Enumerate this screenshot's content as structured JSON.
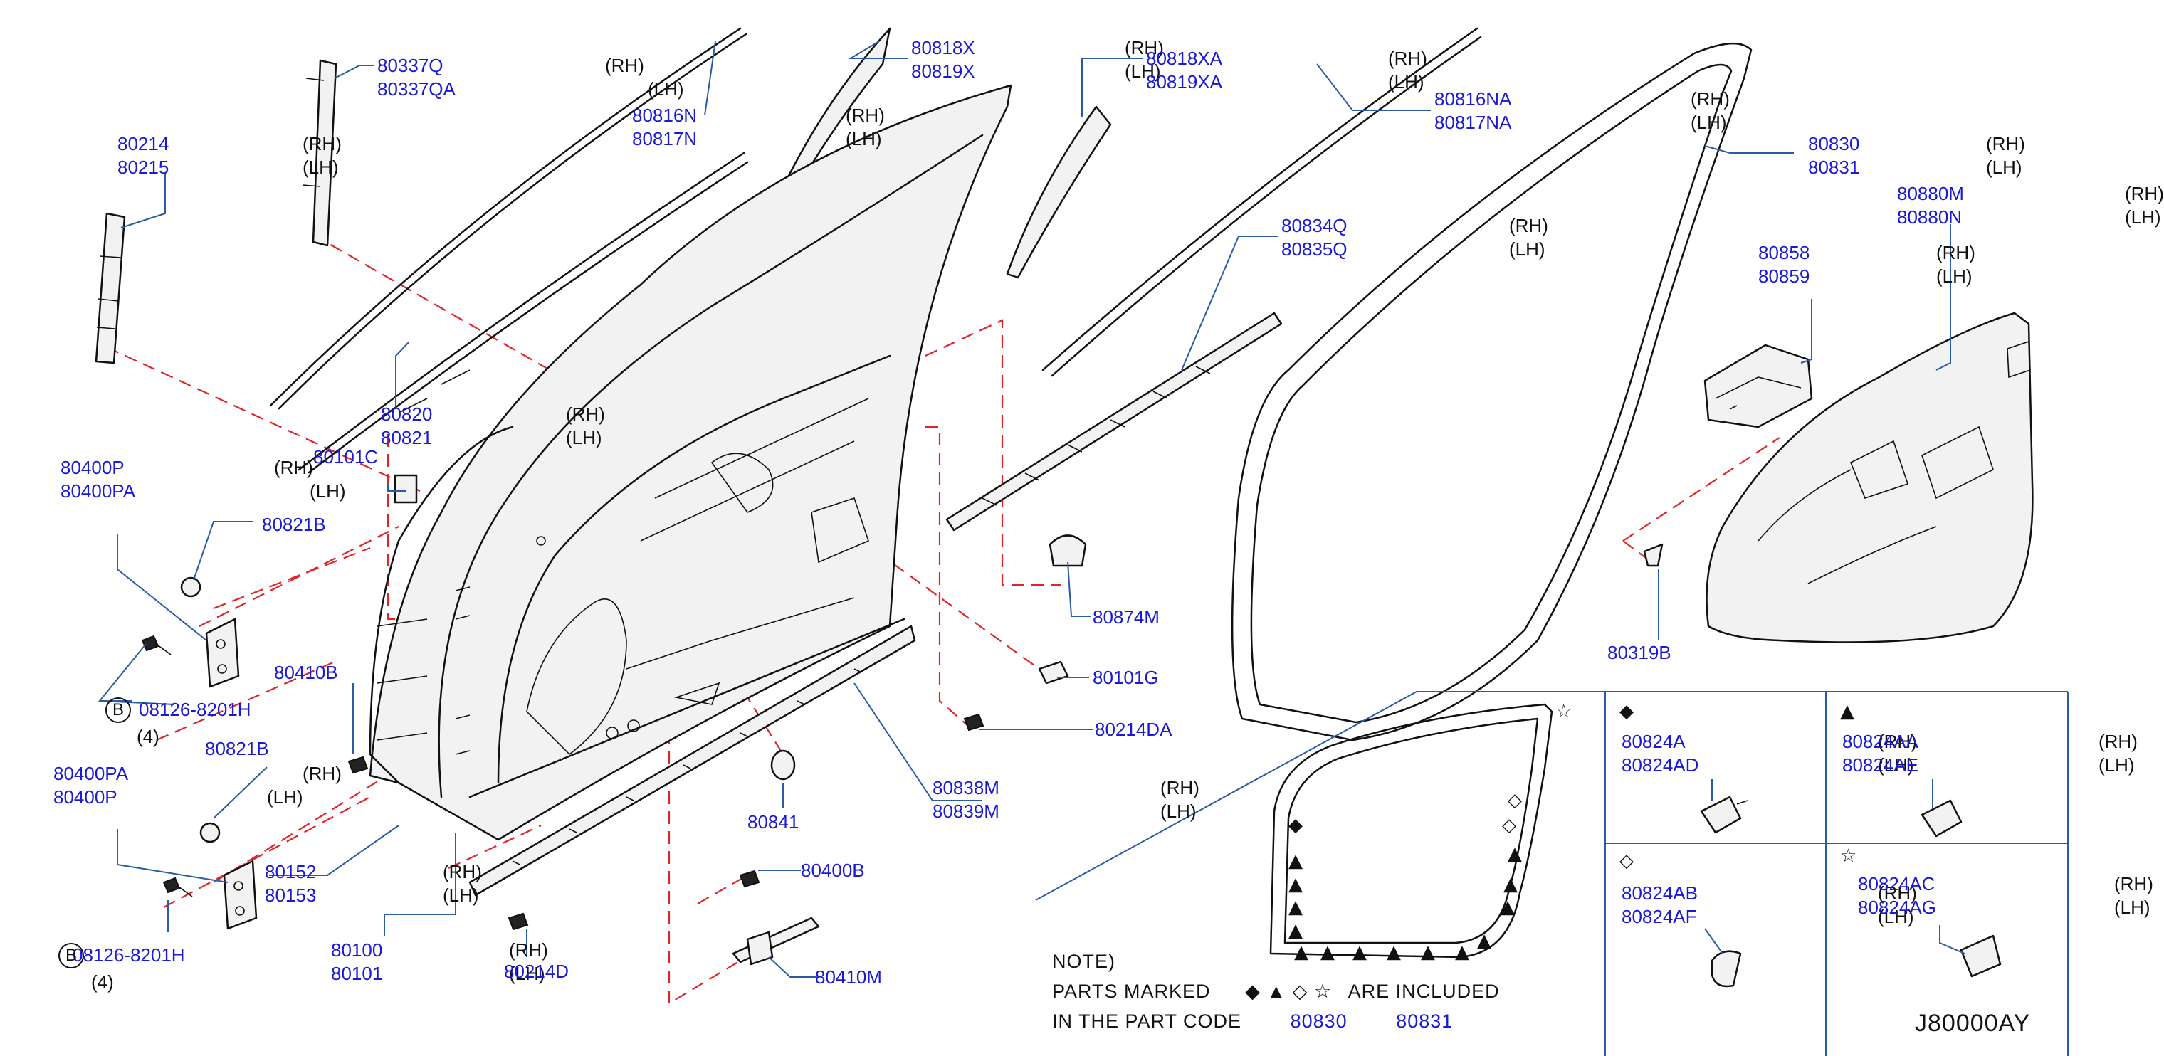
{
  "colors": {
    "part_number": "#1a1ad6",
    "leader": "#2a5ba8",
    "dashed": "#e0252a",
    "line": "#111111"
  },
  "labels": [
    {
      "id": "l1",
      "pn": "80337Q",
      "side": "(RH)"
    },
    {
      "id": "l2",
      "pn": "80337QA",
      "side": "(LH)"
    },
    {
      "id": "l3",
      "pn": "80214",
      "side": "(RH)"
    },
    {
      "id": "l4",
      "pn": "80215",
      "side": "(LH)"
    },
    {
      "id": "l5",
      "pn": "80816N",
      "side": "(RH)"
    },
    {
      "id": "l6",
      "pn": "80817N",
      "side": "(LH)"
    },
    {
      "id": "l7",
      "pn": "80818X",
      "side": "(RH)"
    },
    {
      "id": "l8",
      "pn": "80819X",
      "side": "(LH)"
    },
    {
      "id": "l9",
      "pn": "80818XA",
      "side": "(RH)"
    },
    {
      "id": "l10",
      "pn": "80819XA",
      "side": "(LH)"
    },
    {
      "id": "l11",
      "pn": "80816NA",
      "side": "(RH)"
    },
    {
      "id": "l12",
      "pn": "80817NA",
      "side": "(LH)"
    },
    {
      "id": "l13",
      "pn": "80830",
      "side": "(RH)"
    },
    {
      "id": "l14",
      "pn": "80831",
      "side": "(LH)"
    },
    {
      "id": "l15",
      "pn": "80880M",
      "side": "(RH)"
    },
    {
      "id": "l16",
      "pn": "80880N",
      "side": "(LH)"
    },
    {
      "id": "l17",
      "pn": "80834Q",
      "side": "(RH)"
    },
    {
      "id": "l18",
      "pn": "80835Q",
      "side": "(LH)"
    },
    {
      "id": "l19",
      "pn": "80858",
      "side": "(RH)"
    },
    {
      "id": "l20",
      "pn": "80859",
      "side": "(LH)"
    },
    {
      "id": "l21",
      "pn": "80820",
      "side": "(RH)"
    },
    {
      "id": "l22",
      "pn": "80821",
      "side": "(LH)"
    },
    {
      "id": "l23",
      "pn": "80101C",
      "side": ""
    },
    {
      "id": "l24",
      "pn": "80400P",
      "side": "(RH)"
    },
    {
      "id": "l25",
      "pn": "80400PA",
      "side": "(LH)"
    },
    {
      "id": "l26",
      "pn": "80821B",
      "side": ""
    },
    {
      "id": "l27",
      "pn": "08126-8201H",
      "side": "(4)"
    },
    {
      "id": "l28",
      "pn": "80410B",
      "side": ""
    },
    {
      "id": "l29",
      "pn": "80874M",
      "side": ""
    },
    {
      "id": "l30",
      "pn": "80101G",
      "side": ""
    },
    {
      "id": "l31",
      "pn": "80214DA",
      "side": ""
    },
    {
      "id": "l32",
      "pn": "80319B",
      "side": ""
    },
    {
      "id": "l33",
      "pn": "80400PA",
      "side": "(RH)"
    },
    {
      "id": "l34",
      "pn": "80400P",
      "side": "(LH)"
    },
    {
      "id": "l35",
      "pn": "80821B",
      "side": ""
    },
    {
      "id": "l36",
      "pn": "80838M",
      "side": "(RH)"
    },
    {
      "id": "l37",
      "pn": "80839M",
      "side": "(LH)"
    },
    {
      "id": "l38",
      "pn": "80841",
      "side": ""
    },
    {
      "id": "l39",
      "pn": "80152",
      "side": "(RH)"
    },
    {
      "id": "l40",
      "pn": "80153",
      "side": "(LH)"
    },
    {
      "id": "l41",
      "pn": "80400B",
      "side": ""
    },
    {
      "id": "l42",
      "pn": "80100",
      "side": "(RH)"
    },
    {
      "id": "l43",
      "pn": "80101",
      "side": "(LH)"
    },
    {
      "id": "l44",
      "pn": "08126-8201H",
      "side": "(4)"
    },
    {
      "id": "l45",
      "pn": "80214D",
      "side": ""
    },
    {
      "id": "l46",
      "pn": "80410M",
      "side": ""
    },
    {
      "id": "l47",
      "pn": "80824A",
      "side": "(RH)"
    },
    {
      "id": "l48",
      "pn": "80824AD",
      "side": "(LH)"
    },
    {
      "id": "l49",
      "pn": "80824AA",
      "side": "(RH)"
    },
    {
      "id": "l50",
      "pn": "80824AE",
      "side": "(LH)"
    },
    {
      "id": "l51",
      "pn": "80824AB",
      "side": "(RH)"
    },
    {
      "id": "l52",
      "pn": "80824AF",
      "side": "(LH)"
    },
    {
      "id": "l53",
      "pn": "80824AC",
      "side": "(RH)"
    },
    {
      "id": "l54",
      "pn": "80824AG",
      "side": "(LH)"
    }
  ],
  "ref_circle": "B",
  "note": {
    "title": "NOTE)",
    "line1_prefix": "PARTS   MARKED",
    "line1_suffix": "ARE   INCLUDED",
    "line2_prefix": "IN   THE   PART   CODE",
    "code_a": "80830",
    "code_b": "80831"
  },
  "symbols": {
    "filled_diamond": "◆",
    "filled_triangle": "▲",
    "open_diamond": "◇",
    "open_star": "☆"
  },
  "diagram_code": "J80000AY"
}
